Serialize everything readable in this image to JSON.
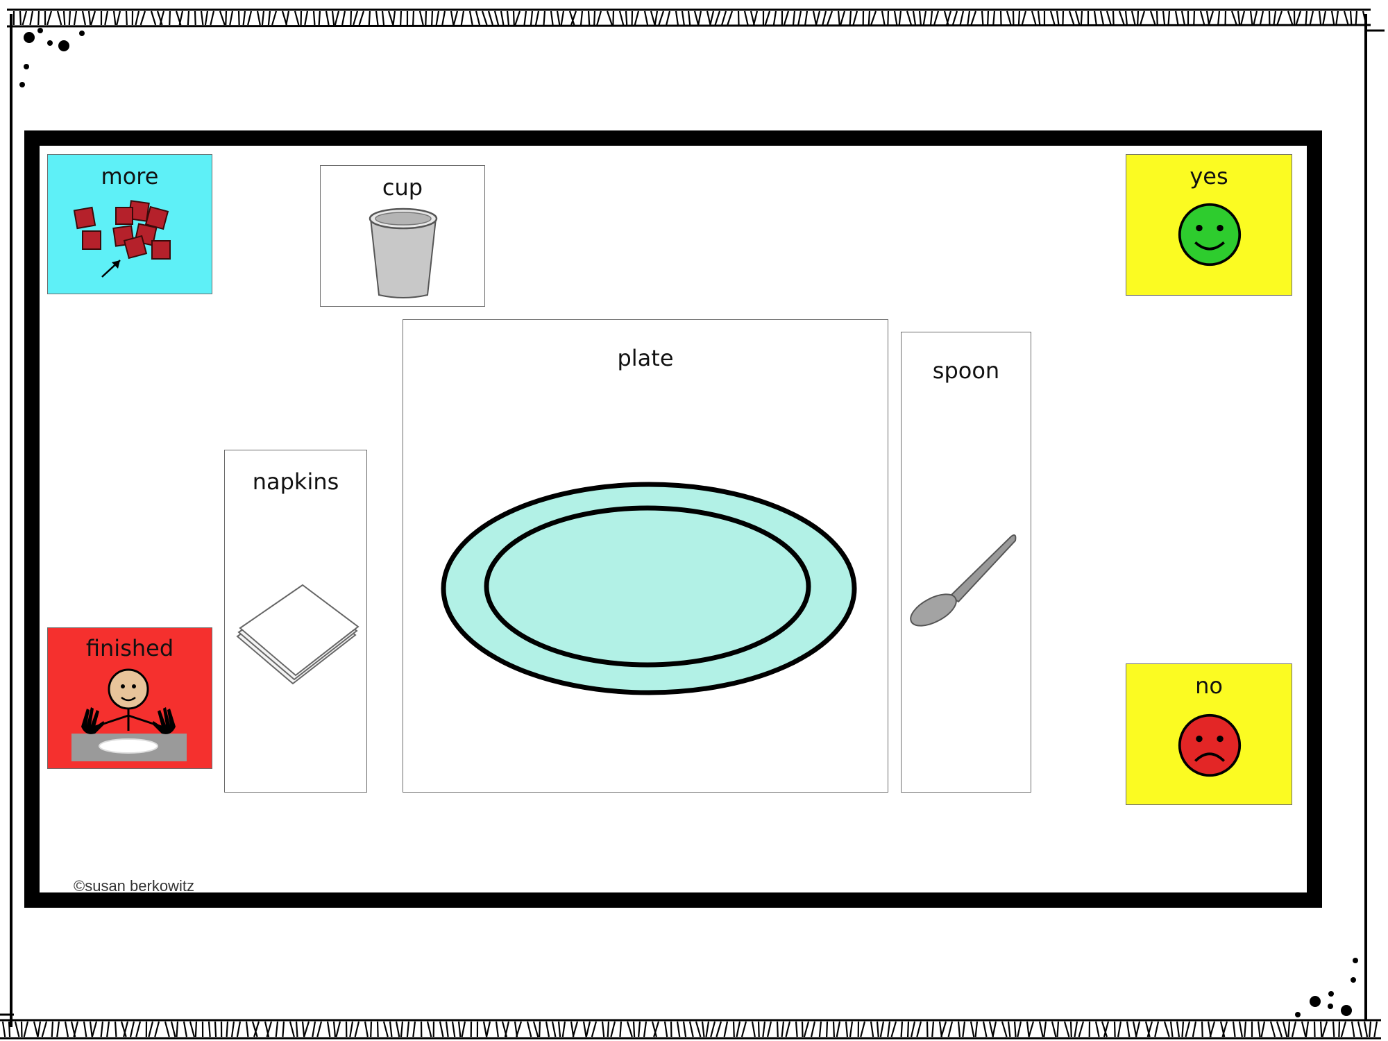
{
  "cards": {
    "more": {
      "label": "more",
      "bg": "#5ef0f7"
    },
    "cup": {
      "label": "cup"
    },
    "yes": {
      "label": "yes",
      "bg": "#fbfb22"
    },
    "plate": {
      "label": "plate"
    },
    "spoon": {
      "label": "spoon"
    },
    "napkins": {
      "label": "napkins"
    },
    "finished": {
      "label": "finished",
      "bg": "#f5302e"
    },
    "no": {
      "label": "no",
      "bg": "#fbfb22"
    }
  },
  "credit": "©susan berkowitz",
  "icons": [
    "cubes-icon",
    "cup-icon",
    "happy-face-icon",
    "plate-icon",
    "spoon-icon",
    "napkins-icon",
    "person-finished-eating-icon",
    "sad-face-icon",
    "decorative-dots-icon"
  ]
}
